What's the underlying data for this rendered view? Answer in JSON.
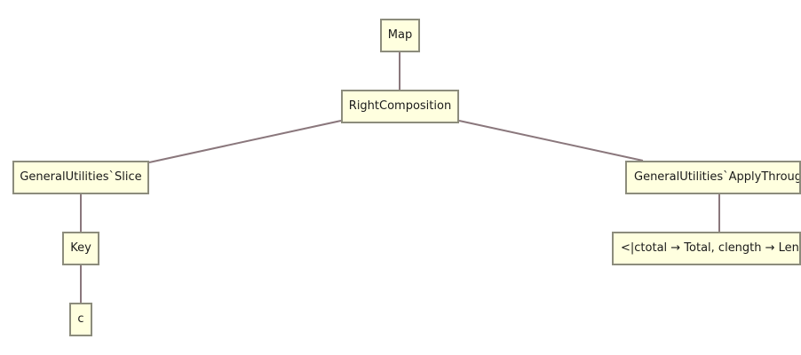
{
  "diagram": {
    "type": "expression-tree",
    "nodes": [
      {
        "id": "map",
        "label": "Map"
      },
      {
        "id": "right-composition",
        "label": "RightComposition"
      },
      {
        "id": "slice",
        "label": "GeneralUtilities`Slice"
      },
      {
        "id": "apply-through",
        "label": "GeneralUtilities`ApplyThrough"
      },
      {
        "id": "key",
        "label": "Key"
      },
      {
        "id": "association",
        "label": "<|ctotal → Total, clength → Length|>"
      },
      {
        "id": "c",
        "label": "c"
      }
    ],
    "edges": [
      {
        "from": "map",
        "to": "right-composition"
      },
      {
        "from": "right-composition",
        "to": "slice"
      },
      {
        "from": "right-composition",
        "to": "apply-through"
      },
      {
        "from": "slice",
        "to": "key"
      },
      {
        "from": "key",
        "to": "c"
      },
      {
        "from": "apply-through",
        "to": "association"
      }
    ],
    "colors": {
      "node_fill": "#ffffdf",
      "node_border": "#8c8c7c",
      "edge": "#8a777c",
      "text": "#1a1a1a"
    }
  }
}
